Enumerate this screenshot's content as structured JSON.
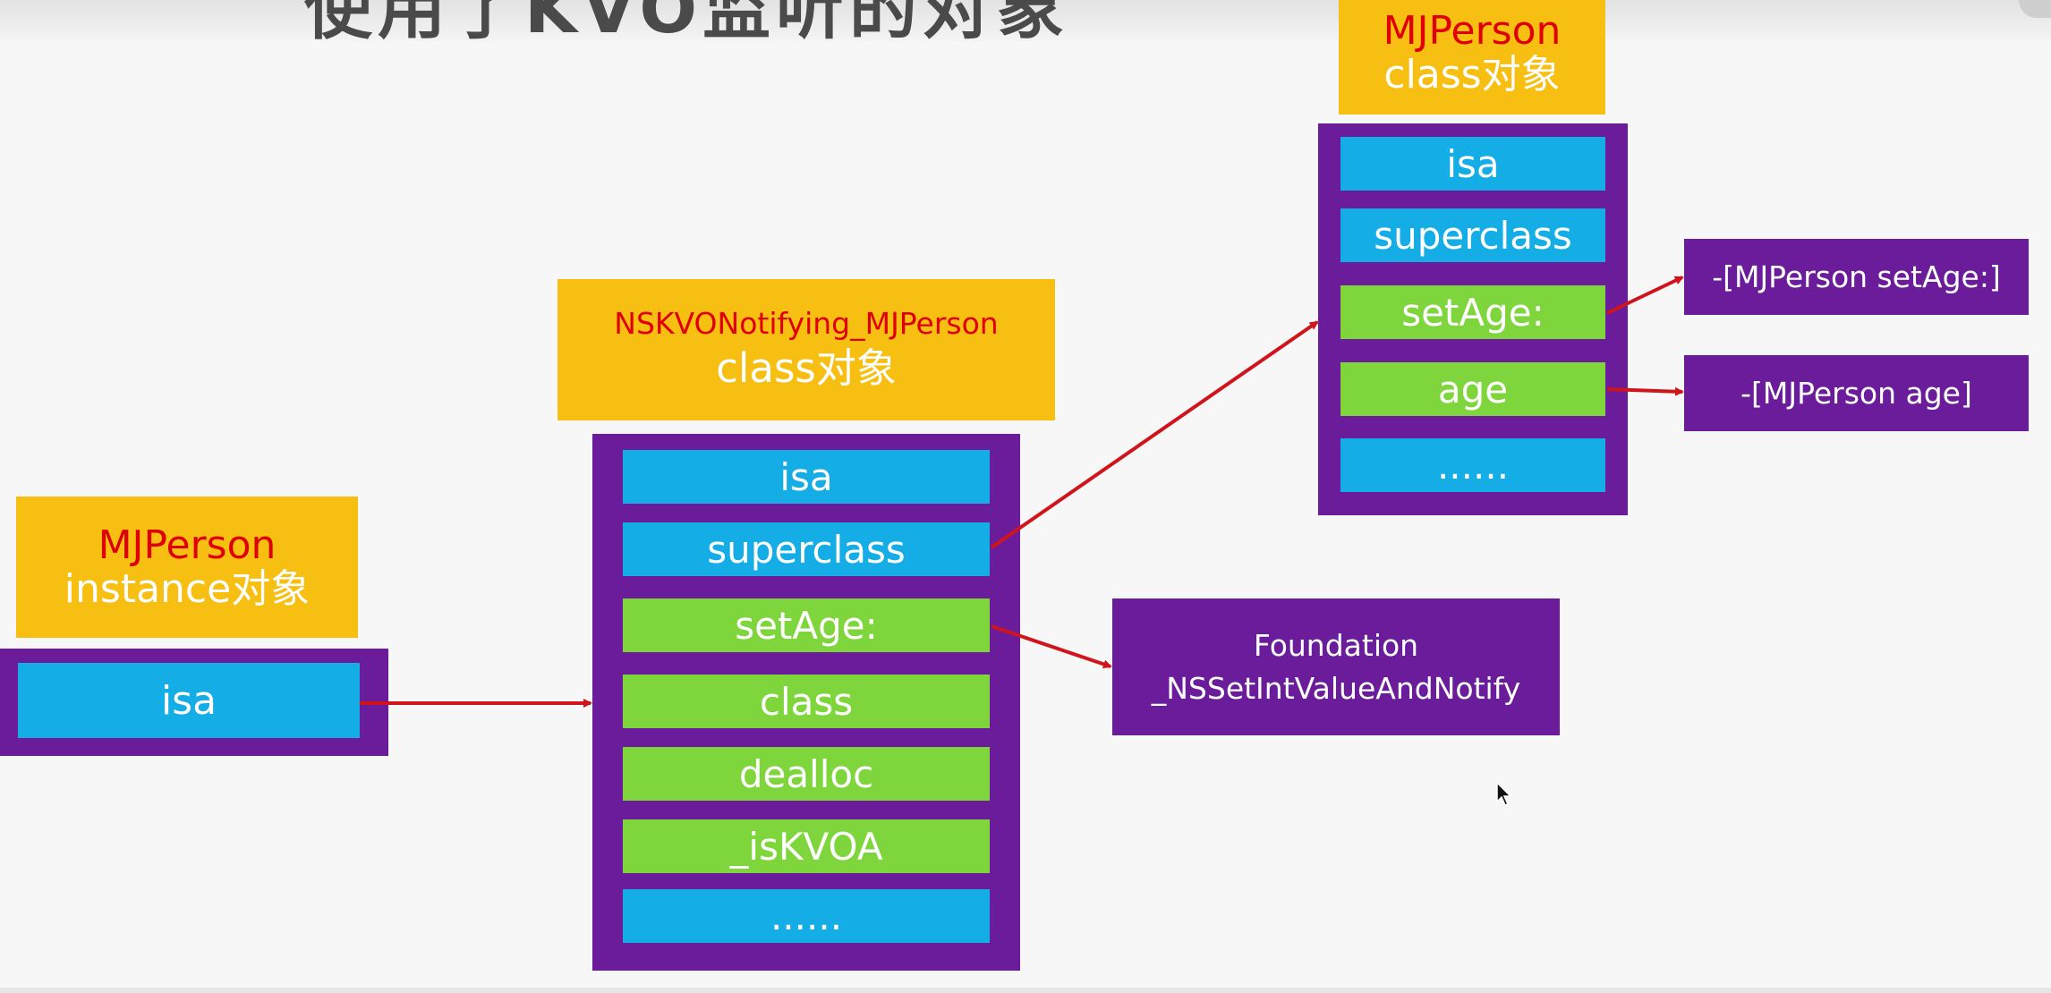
{
  "header": {
    "title": "使用了KVO监听的对象"
  },
  "instance": {
    "title_line1": "MJPerson",
    "title_line2": "instance对象",
    "slots": [
      "isa"
    ]
  },
  "kvo_class": {
    "title_line1": "NSKVONotifying_MJPerson",
    "title_line2": "class对象",
    "slots": [
      "isa",
      "superclass",
      "setAge:",
      "class",
      "dealloc",
      "_isKVOA",
      "......"
    ]
  },
  "person_class": {
    "title_line1": "MJPerson",
    "title_line2": "class对象",
    "slots": [
      "isa",
      "superclass",
      "setAge:",
      "age",
      "......"
    ]
  },
  "implementations": {
    "foundation_line1": "Foundation",
    "foundation_line2": "_NSSetIntValueAndNotify",
    "set_age": "-[MJPerson setAge:]",
    "age": "-[MJPerson age]"
  },
  "colors": {
    "label": "#f7bf12",
    "title_red": "#e00000",
    "panel": "#6b1c9a",
    "slot_blue": "#14ade6",
    "slot_green": "#7fd63c",
    "arrow": "#d0141c"
  }
}
